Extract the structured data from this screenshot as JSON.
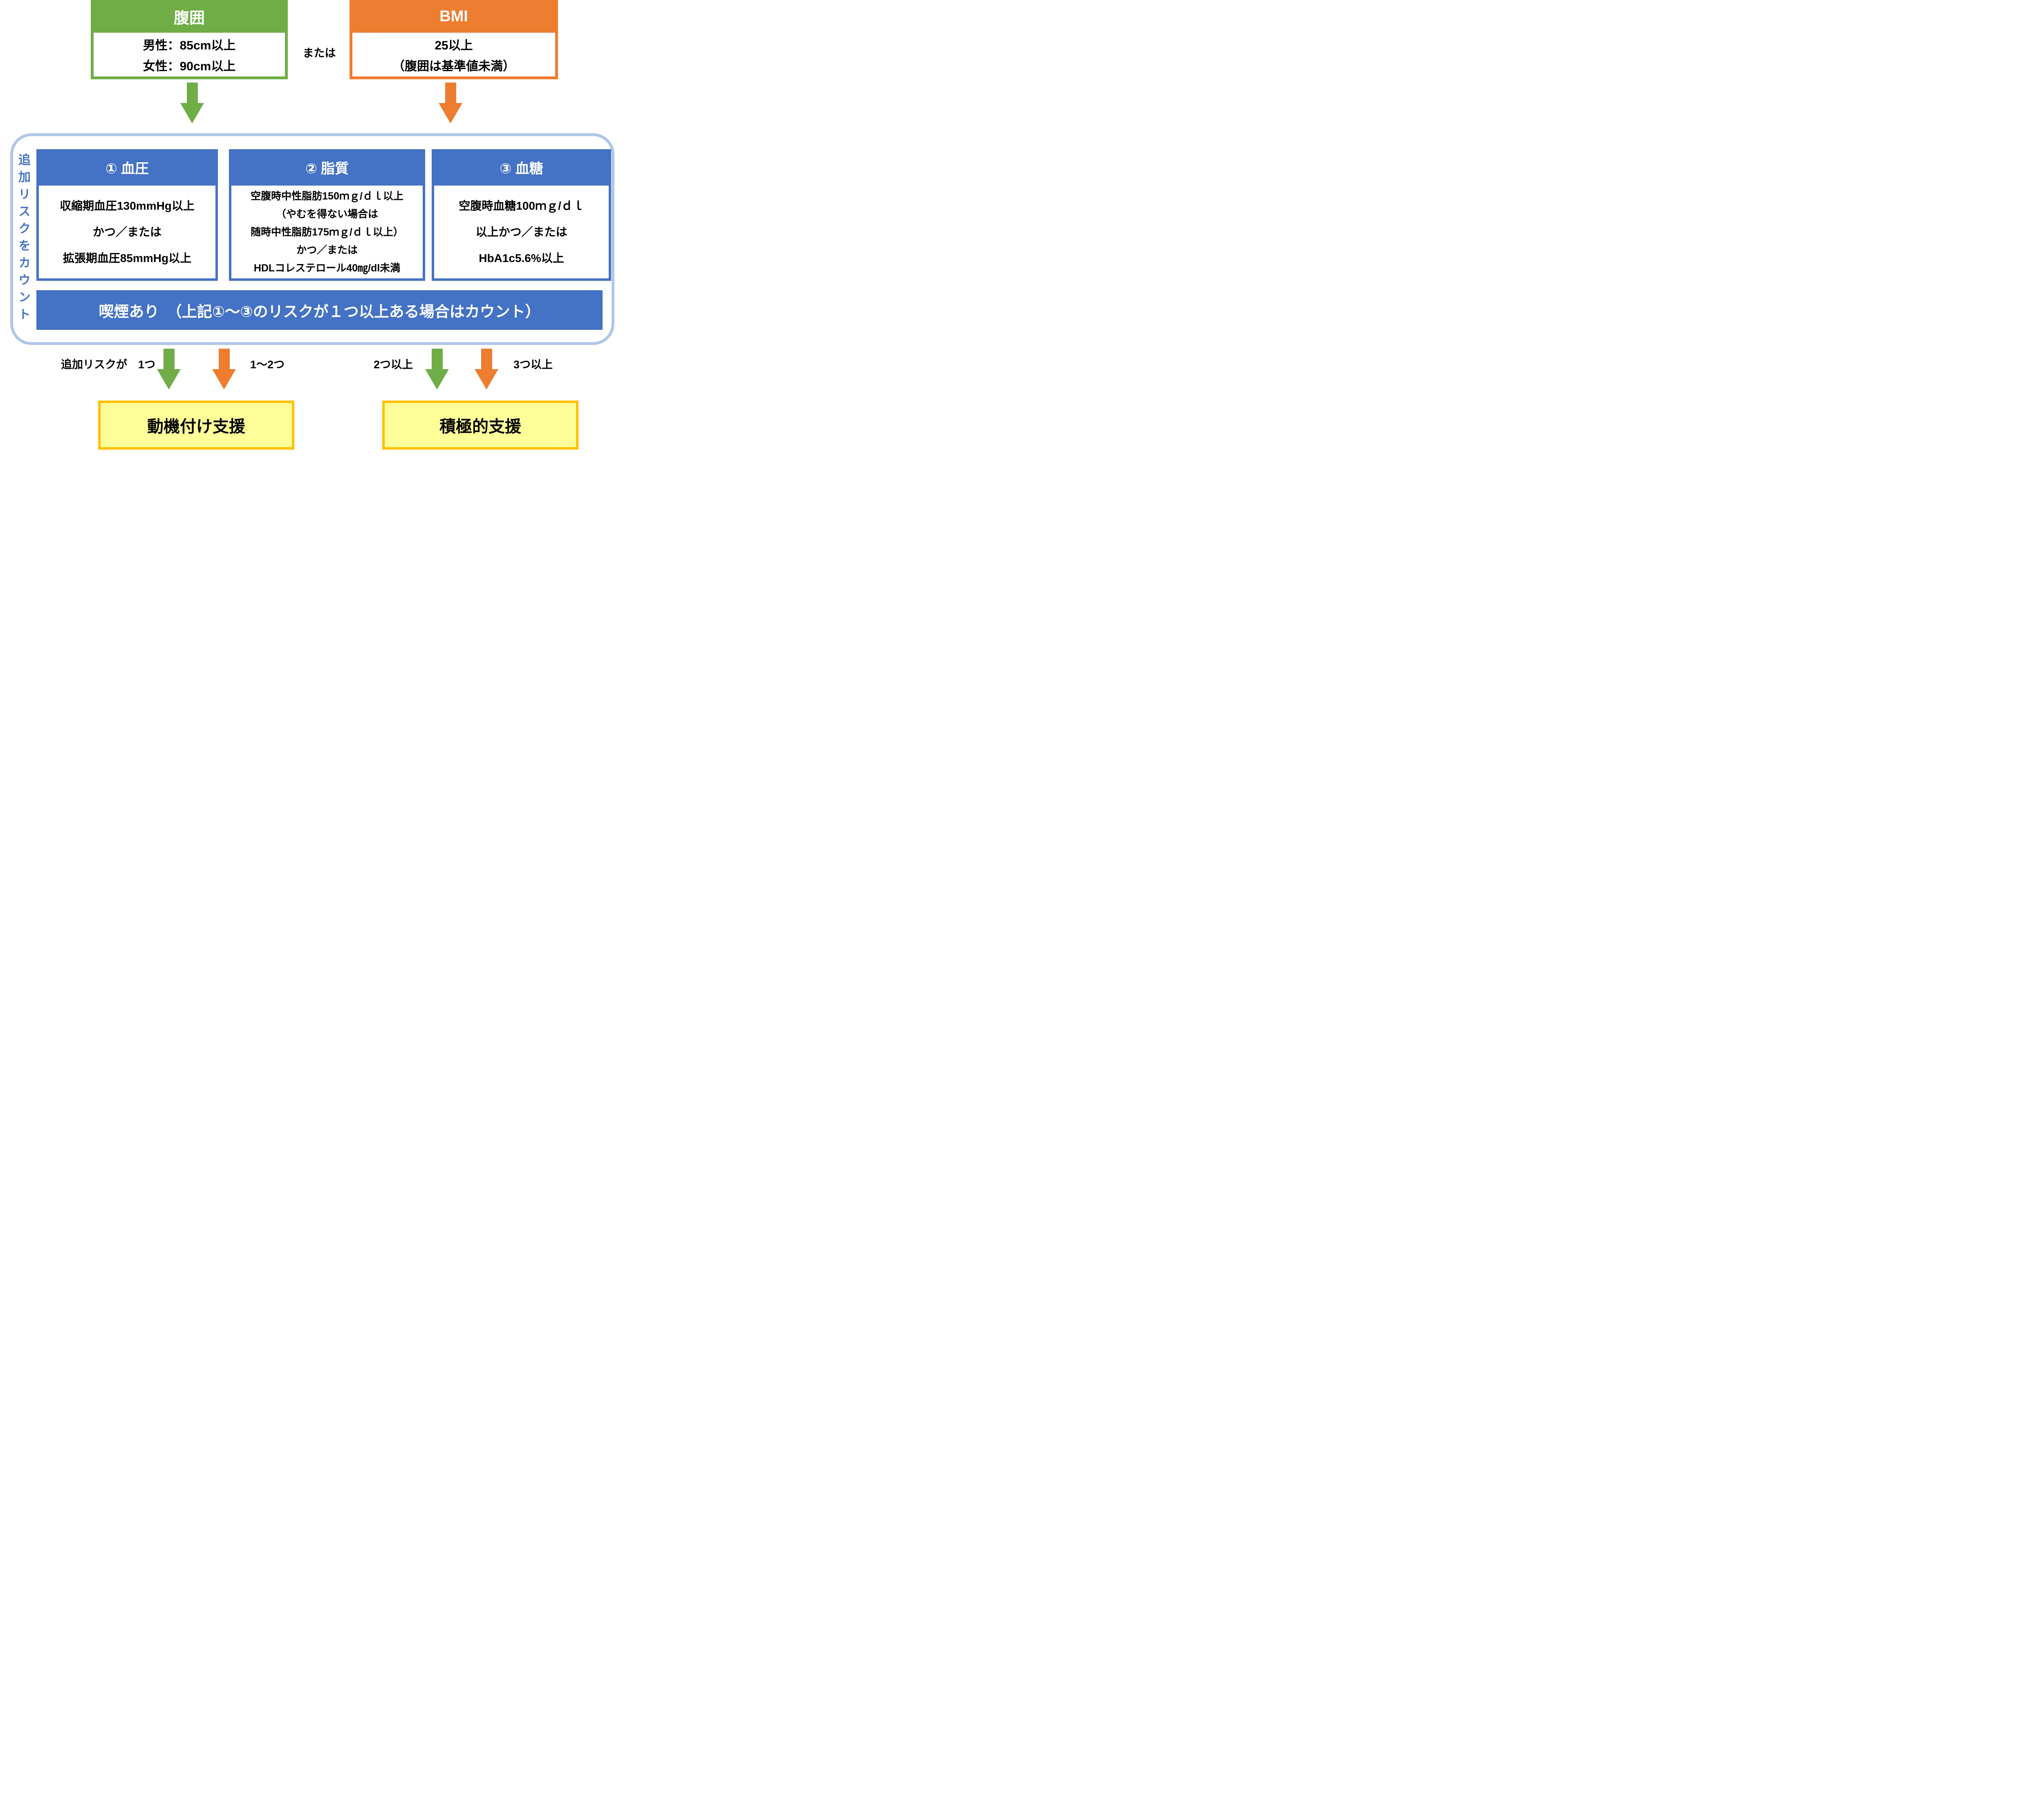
{
  "top": {
    "waist": {
      "header": "腹囲",
      "lines": [
        "男性：85cm以上",
        "女性：90cm以上"
      ]
    },
    "or_label": "または",
    "bmi": {
      "header": "BMI",
      "lines": [
        "25以上",
        "（腹囲は基準値未満）"
      ]
    }
  },
  "risk_panel": {
    "side_label": "追加リスクをカウント",
    "items": [
      {
        "header": "① 血圧",
        "lines": [
          "収縮期血圧130mmHg以上",
          "かつ／または",
          "拡張期血圧85mmHg以上"
        ]
      },
      {
        "header": "② 脂質",
        "lines": [
          "空腹時中性脂肪150ｍｇ/ｄｌ以上",
          "（やむを得ない場合は",
          "随時中性脂肪175ｍｇ/ｄｌ以上）",
          "かつ／または",
          "HDLコレステロール40㎎/dl未満"
        ]
      },
      {
        "header": "③ 血糖",
        "lines": [
          "空腹時血糖100ｍｇ/ｄｌ",
          "以上かつ／または",
          "HbA1c5.6%以上"
        ]
      }
    ],
    "smoking_bar": "喫煙あり　（上記①～③のリスクが１つ以上ある場合はカウント）"
  },
  "outcomes": {
    "left": {
      "label_left": "追加リスクが　1つ",
      "label_right": "1～2つ",
      "box": "動機付け支援"
    },
    "right": {
      "label_left": "2つ以上",
      "label_right": "3つ以上",
      "box": "積極的支援"
    }
  },
  "colors": {
    "green": "#70AD47",
    "orange": "#ED7D31",
    "blue": "#4472C4",
    "container_border": "#AEC6E8",
    "outcome_fill": "#FFFF99",
    "outcome_border": "#FFC000"
  }
}
